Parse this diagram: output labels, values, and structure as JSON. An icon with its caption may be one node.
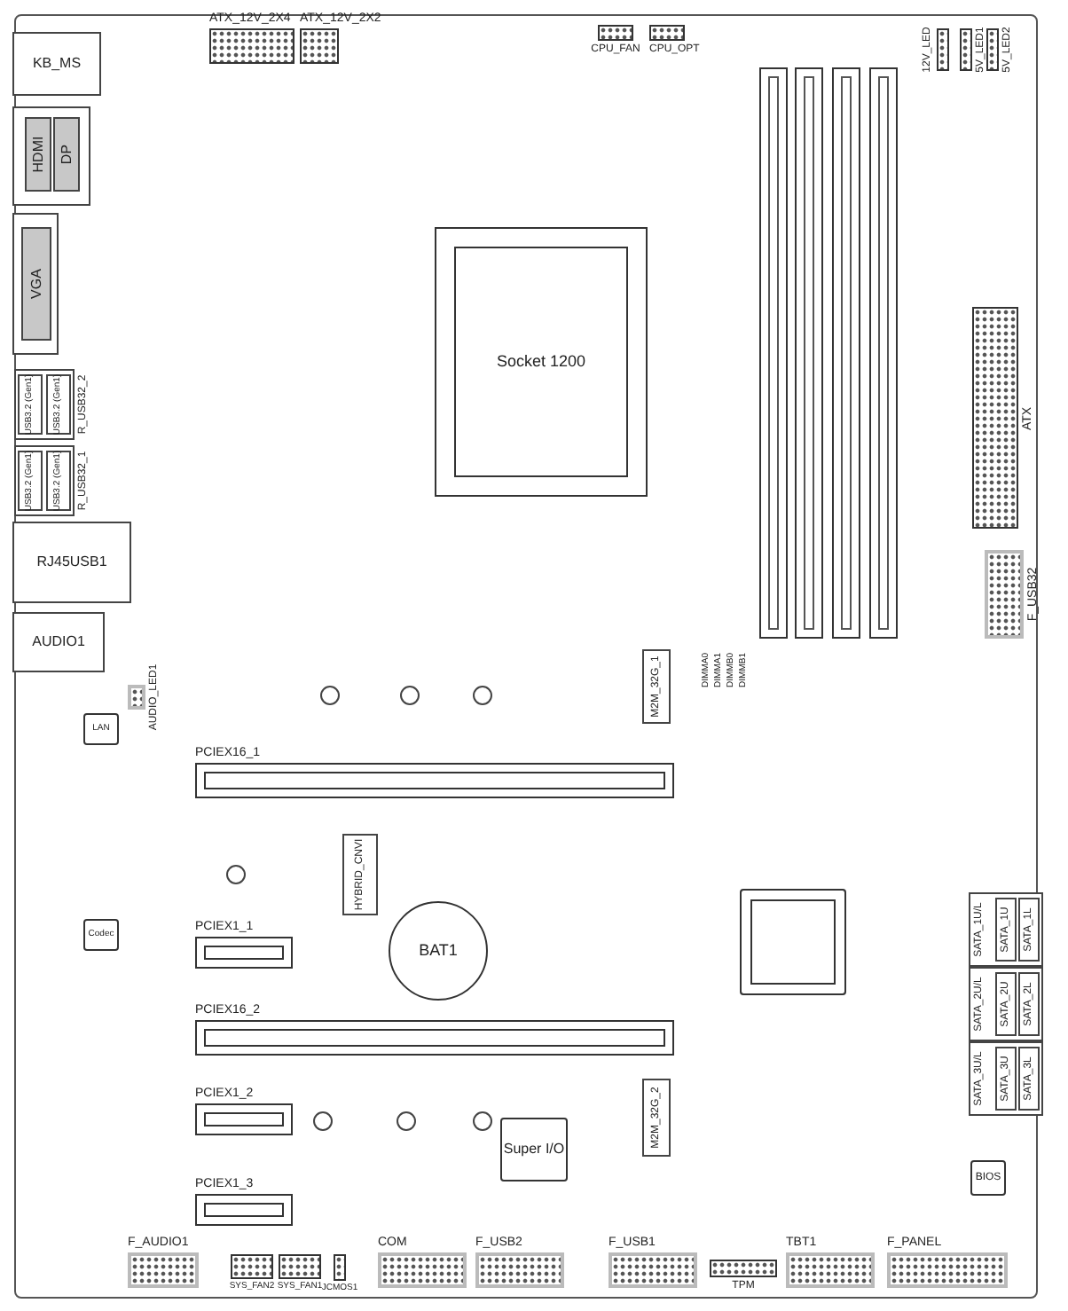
{
  "diagram": {
    "nodes": [
      {
        "text": [
          "KB_MS"
        ]
      },
      {
        "text": [
          "HDMI"
        ]
      },
      {
        "text": [
          "DP"
        ]
      },
      {
        "text": [
          "ATX_12V_2X4"
        ]
      },
      {
        "text": [
          "ATX_12V_2X2"
        ]
      },
      {
        "text": [
          "CPU_FAN"
        ]
      },
      {
        "text": [
          "CPU_OPT"
        ]
      },
      {
        "text": [
          "12V_LED"
        ]
      },
      {
        "text": [
          "5V_LED1"
        ]
      },
      {
        "text": [
          "5V_LED2"
        ]
      },
      {
        "text": [
          "VGA"
        ]
      },
      {
        "text": [
          "Socket 1200"
        ]
      },
      {
        "text": [],
        "shape": "bar"
      },
      {
        "text": [],
        "shape": "bar"
      },
      {
        "text": [],
        "shape": "bar"
      },
      {
        "text": [],
        "shape": "bar"
      },
      {
        "text": [
          "ATX"
        ]
      },
      {
        "text": [
          "R_USB32_2"
        ]
      },
      {
        "text": [
          "USB3.2 (Gen1)"
        ],
        "in": 17
      },
      {
        "text": [
          "USB3.2 (Gen1)"
        ],
        "in": 17
      },
      {
        "text": [
          "R_USB32_1"
        ]
      },
      {
        "text": [
          "USB3.2 (Gen1)"
        ],
        "in": 20
      },
      {
        "text": [
          "USB3.2 (Gen1)"
        ],
        "in": 20
      },
      {
        "text": [
          "RJ45USB1"
        ]
      },
      {
        "text": [
          "F_USB32"
        ]
      },
      {
        "text": [
          "AUDIO1"
        ]
      },
      {
        "text": [
          "AUDIO_LED1"
        ]
      },
      {
        "text": [
          "M2M_32G_1"
        ]
      },
      {
        "text": [
          "LAN"
        ]
      },
      {
        "text": [
          "PCIEX16_1"
        ]
      },
      {
        "text": [
          "HYBRID_CNVI"
        ]
      },
      {
        "text": [
          "Codec"
        ]
      },
      {
        "text": [
          "PCIEX1_1"
        ]
      },
      {
        "text": [
          "BAT1"
        ]
      },
      {
        "text": [],
        "shape": "box"
      },
      {
        "text": [
          "SATA_1U/L"
        ]
      },
      {
        "text": [
          "SATA_1U"
        ],
        "in": 35
      },
      {
        "text": [
          "SATA_1L"
        ],
        "in": 35
      },
      {
        "text": [
          "SATA_2U/L"
        ]
      },
      {
        "text": [
          "SATA_2U"
        ],
        "in": 38
      },
      {
        "text": [
          "SATA_2L"
        ],
        "in": 38
      },
      {
        "text": [
          "SATA_3U/L"
        ]
      },
      {
        "text": [
          "SATA_3U"
        ],
        "in": 41
      },
      {
        "text": [
          "SATA_3L"
        ],
        "in": 41
      },
      {
        "text": [
          "PCIEX16_2"
        ]
      },
      {
        "text": [
          "PCIEX1_2"
        ]
      },
      {
        "text": [
          "M2M_32G_2"
        ]
      },
      {
        "text": [
          "Super I/O"
        ]
      },
      {
        "text": [
          "PCIEX1_3"
        ]
      },
      {
        "text": [
          "BIOS"
        ]
      },
      {
        "text": [
          "F_AUDIO1"
        ]
      },
      {
        "text": [
          "SYS_FAN2"
        ]
      },
      {
        "text": [
          "SYS_FAN1"
        ]
      },
      {
        "text": [
          "JCMOS1"
        ]
      },
      {
        "text": [
          "COM"
        ]
      },
      {
        "text": [
          "F_USB2"
        ]
      },
      {
        "text": [
          "F_USB1"
        ]
      },
      {
        "text": [
          "TPM"
        ]
      },
      {
        "text": [
          "TBT1"
        ]
      },
      {
        "text": [
          "F_PANEL"
        ]
      }
    ],
    "labels": [
      "DIMMA0",
      "DIMMA1",
      "DIMMB0",
      "DIMMB1"
    ]
  }
}
